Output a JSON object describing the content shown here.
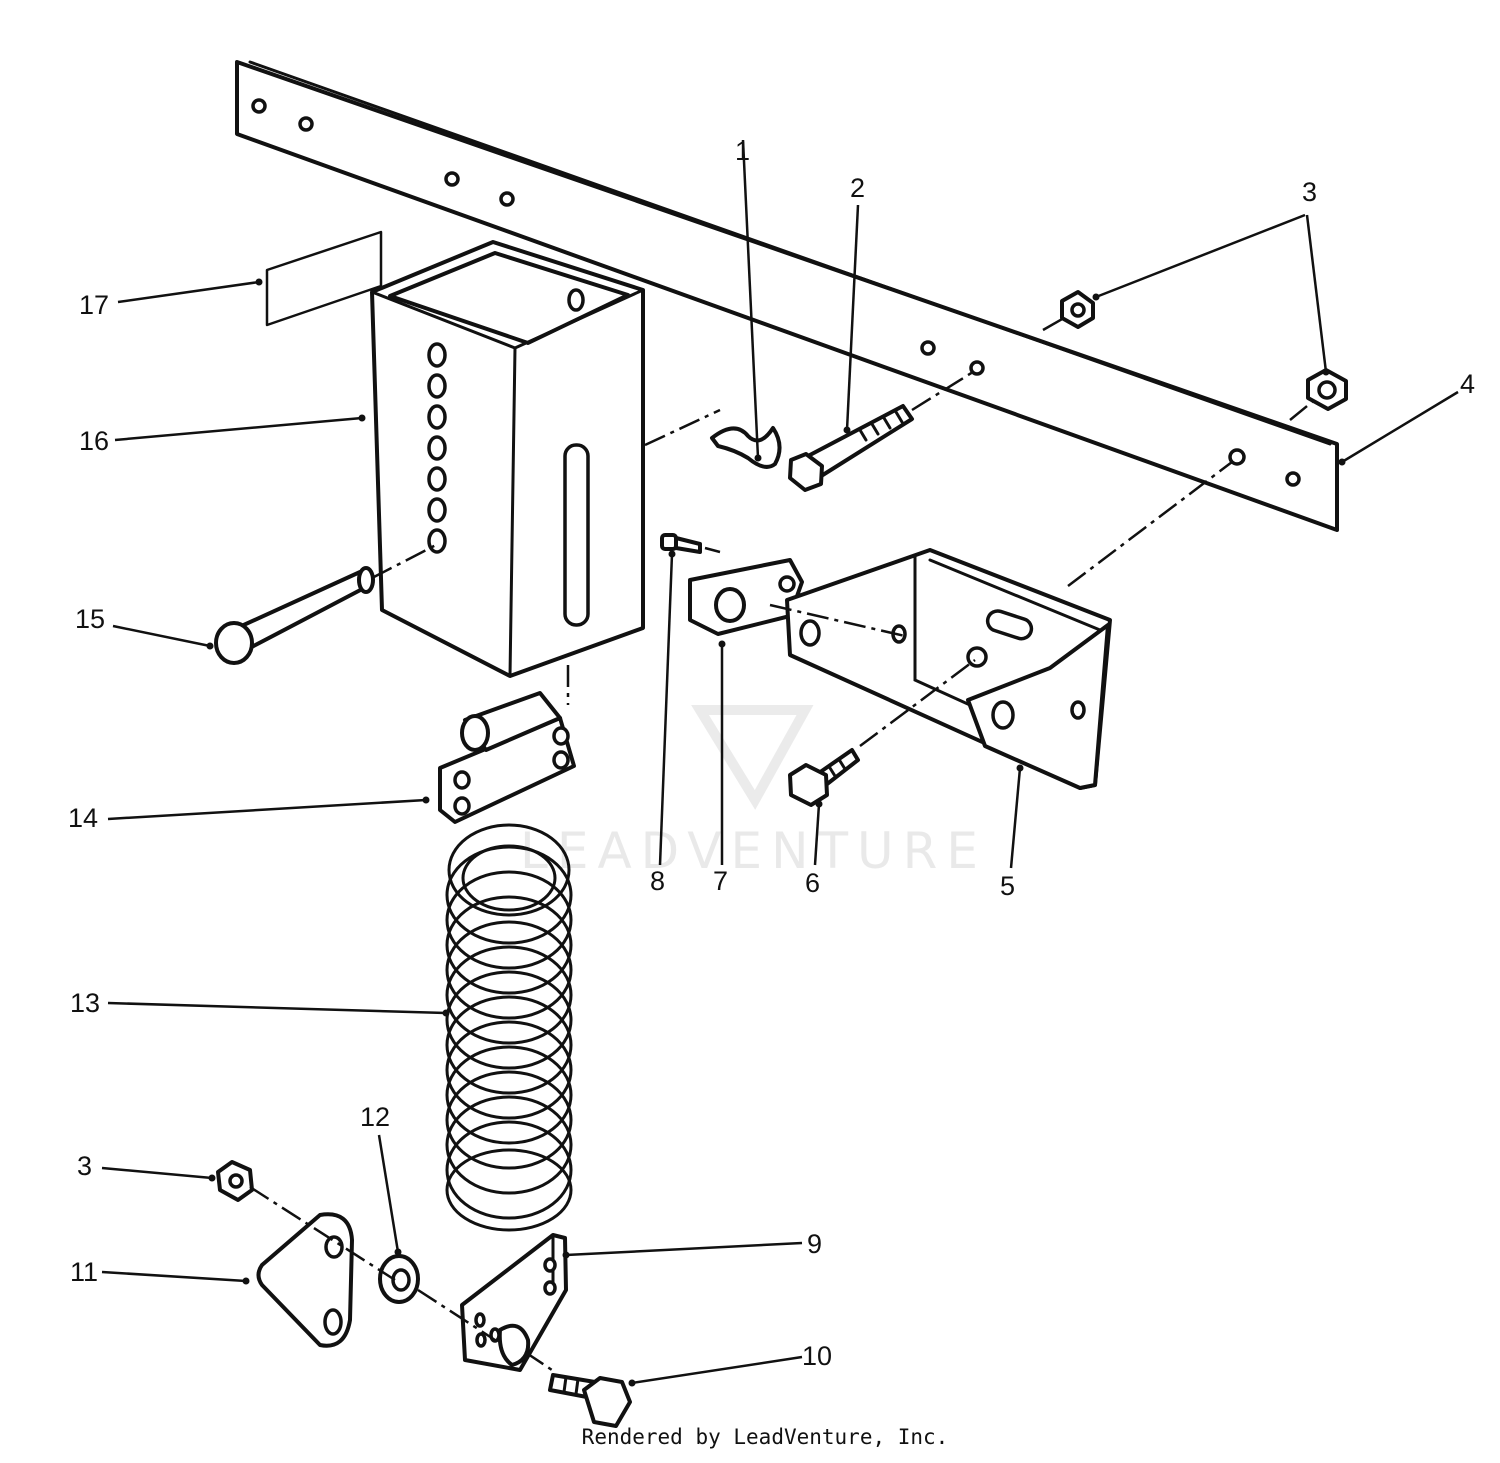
{
  "diagram": {
    "callouts": [
      "1",
      "2",
      "3",
      "4",
      "5",
      "6",
      "7",
      "8",
      "9",
      "10",
      "11",
      "12",
      "13",
      "14",
      "15",
      "16",
      "17",
      "3"
    ],
    "watermark": "LEADVENTURE",
    "credit": "Rendered by LeadVenture, Inc."
  }
}
